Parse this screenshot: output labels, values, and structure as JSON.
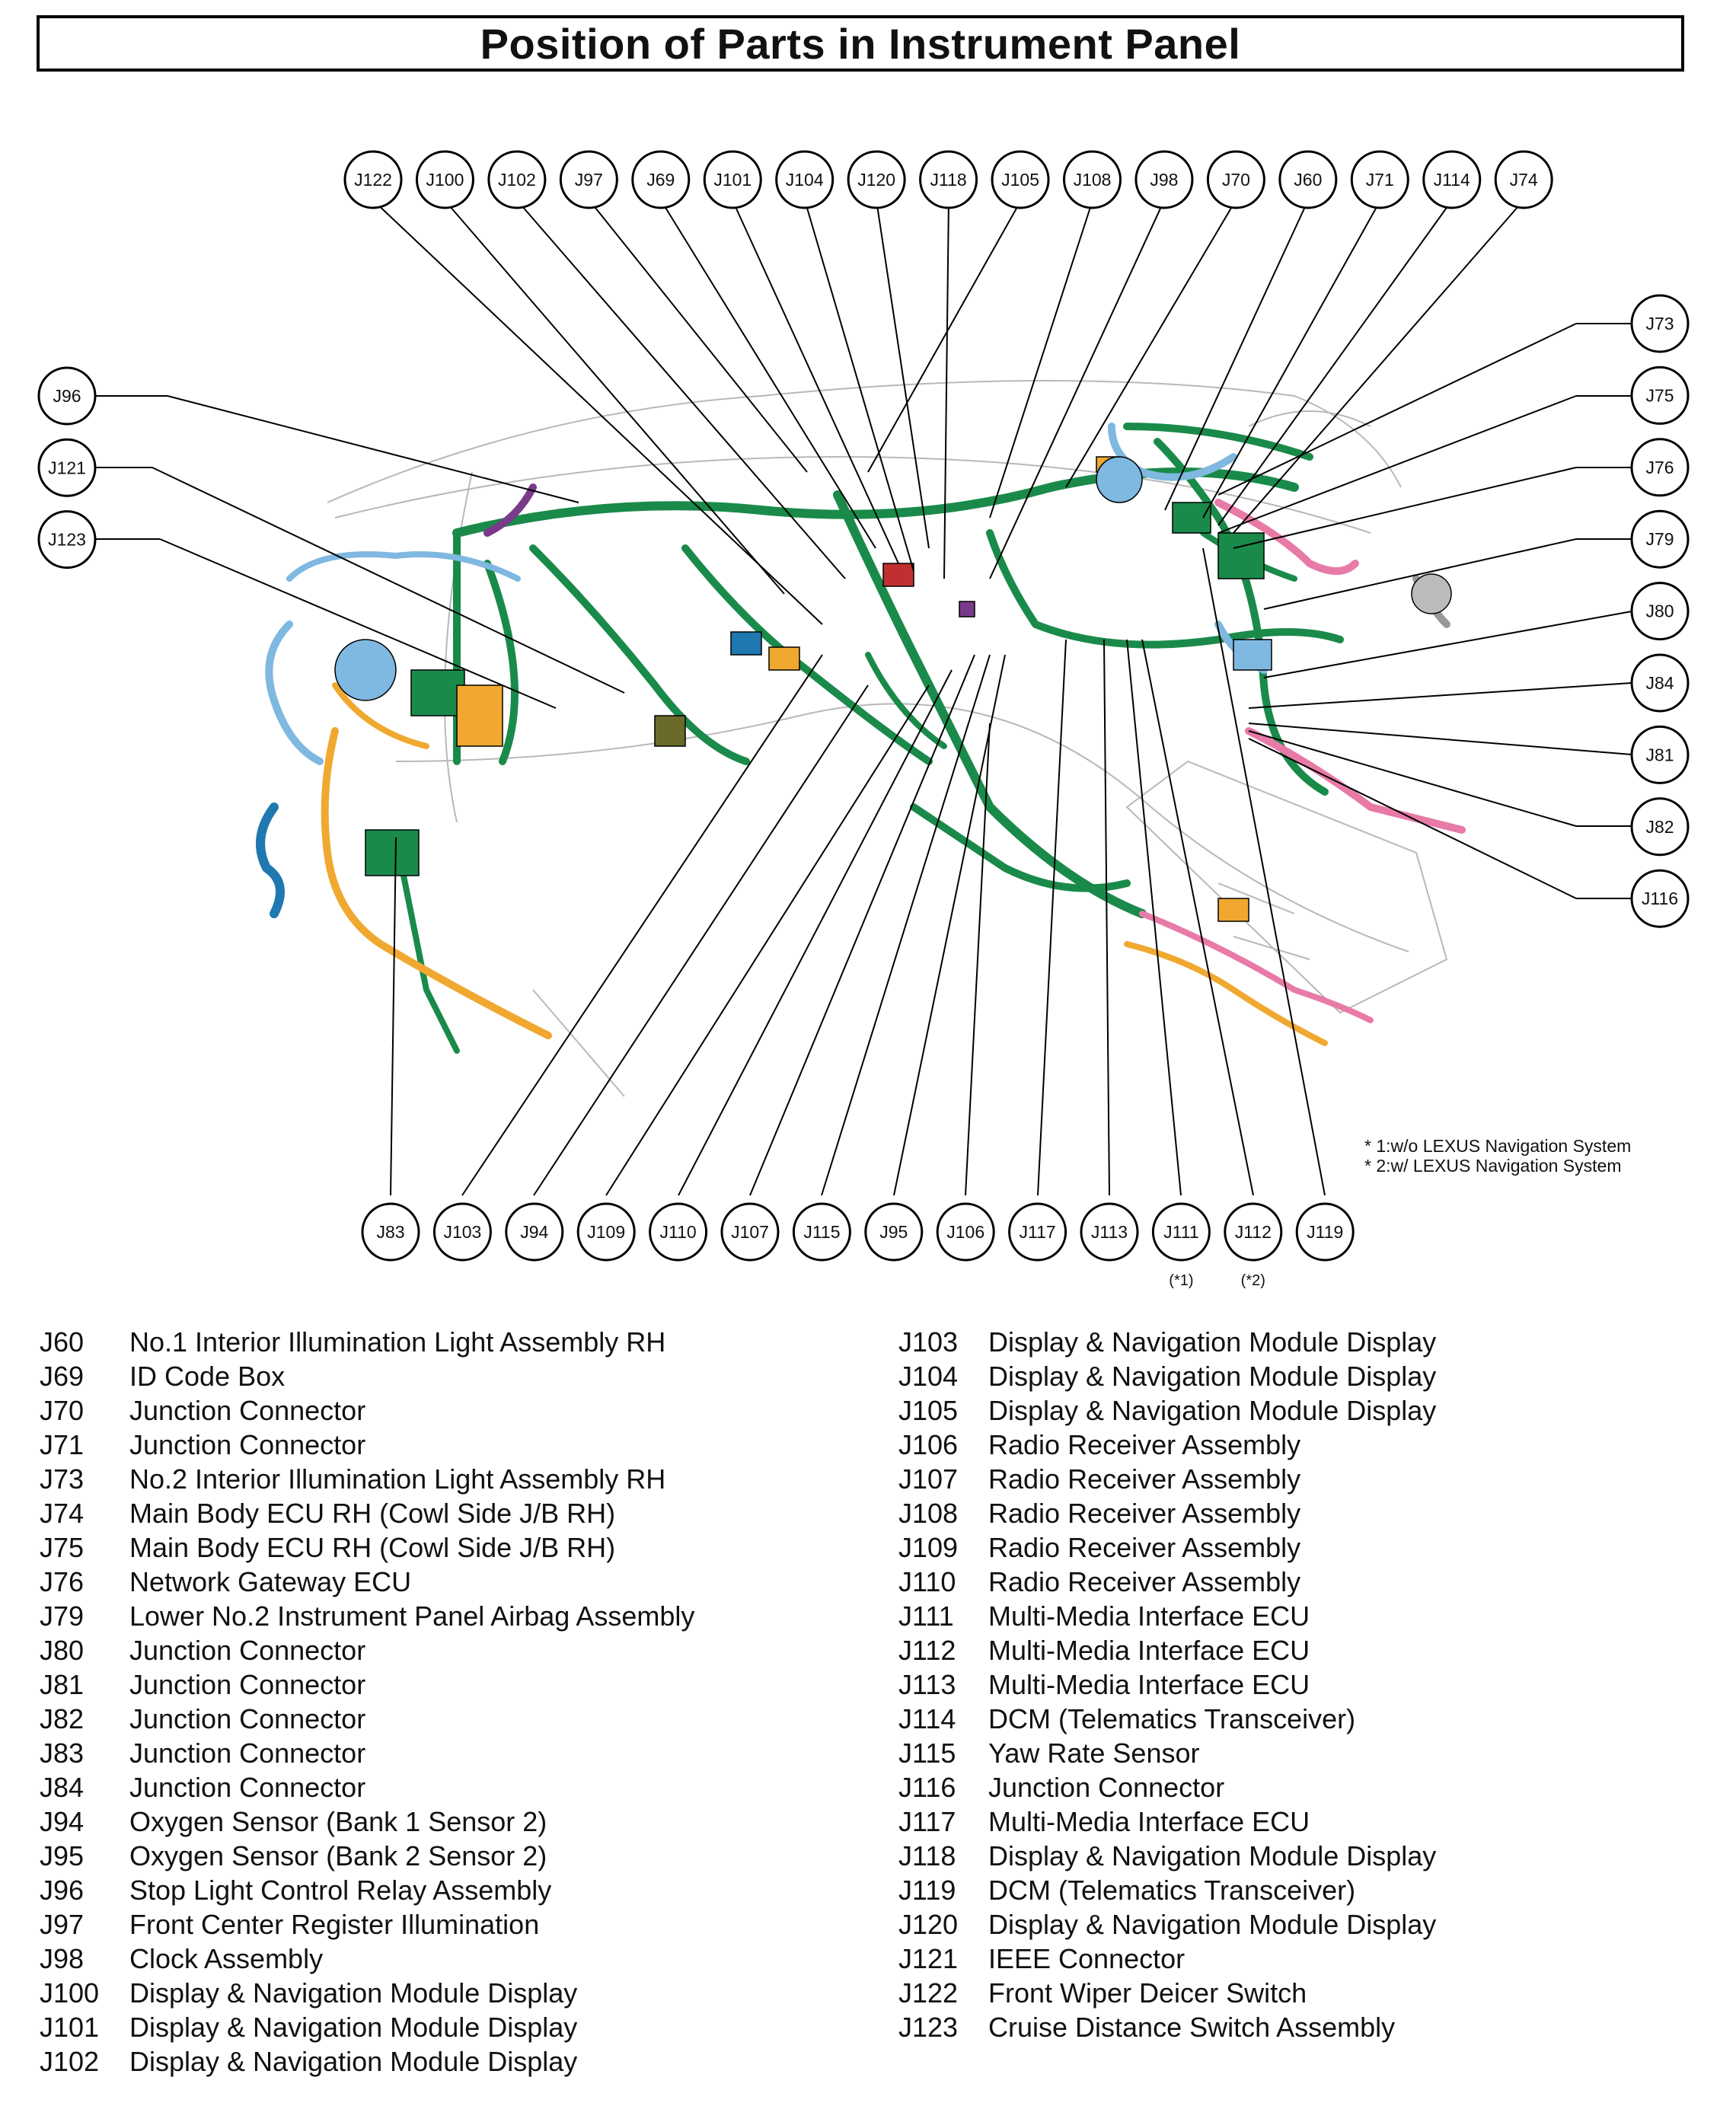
{
  "title": "Position of Parts in Instrument Panel",
  "callouts_top": [
    "J122",
    "J100",
    "J102",
    "J97",
    "J69",
    "J101",
    "J104",
    "J120",
    "J118",
    "J105",
    "J108",
    "J98",
    "J70",
    "J60",
    "J71",
    "J114",
    "J74"
  ],
  "callouts_left": [
    "J96",
    "J121",
    "J123"
  ],
  "callouts_right": [
    "J73",
    "J75",
    "J76",
    "J79",
    "J80",
    "J84",
    "J81",
    "J82",
    "J116"
  ],
  "callouts_bottom": [
    "J83",
    "J103",
    "J94",
    "J109",
    "J110",
    "J107",
    "J115",
    "J95",
    "J106",
    "J117",
    "J113",
    "J111",
    "J112",
    "J119"
  ],
  "bottom_sublabels": {
    "J111": "(*1)",
    "J112": "(*2)"
  },
  "notes": [
    "* 1:w/o LEXUS Navigation System",
    "* 2:w/ LEXUS Navigation System"
  ],
  "legend_left": [
    {
      "code": "J60",
      "name": "No.1 Interior Illumination Light Assembly RH"
    },
    {
      "code": "J69",
      "name": "ID Code Box"
    },
    {
      "code": "J70",
      "name": "Junction Connector"
    },
    {
      "code": "J71",
      "name": "Junction Connector"
    },
    {
      "code": "J73",
      "name": "No.2 Interior Illumination Light Assembly RH"
    },
    {
      "code": "J74",
      "name": "Main Body ECU RH (Cowl Side J/B RH)"
    },
    {
      "code": "J75",
      "name": "Main Body ECU RH (Cowl Side J/B RH)"
    },
    {
      "code": "J76",
      "name": "Network Gateway ECU"
    },
    {
      "code": "J79",
      "name": "Lower No.2 Instrument Panel Airbag Assembly"
    },
    {
      "code": "J80",
      "name": "Junction Connector"
    },
    {
      "code": "J81",
      "name": "Junction Connector"
    },
    {
      "code": "J82",
      "name": "Junction Connector"
    },
    {
      "code": "J83",
      "name": "Junction Connector"
    },
    {
      "code": "J84",
      "name": "Junction Connector"
    },
    {
      "code": "J94",
      "name": "Oxygen Sensor (Bank 1 Sensor 2)"
    },
    {
      "code": "J95",
      "name": "Oxygen Sensor (Bank 2 Sensor 2)"
    },
    {
      "code": "J96",
      "name": "Stop Light Control Relay Assembly"
    },
    {
      "code": "J97",
      "name": "Front Center Register Illumination"
    },
    {
      "code": "J98",
      "name": "Clock Assembly"
    },
    {
      "code": "J100",
      "name": "Display & Navigation Module Display"
    },
    {
      "code": "J101",
      "name": "Display & Navigation Module Display"
    },
    {
      "code": "J102",
      "name": "Display & Navigation Module Display"
    }
  ],
  "legend_right": [
    {
      "code": "J103",
      "name": "Display & Navigation Module Display"
    },
    {
      "code": "J104",
      "name": "Display & Navigation Module Display"
    },
    {
      "code": "J105",
      "name": "Display & Navigation Module Display"
    },
    {
      "code": "J106",
      "name": "Radio Receiver Assembly"
    },
    {
      "code": "J107",
      "name": "Radio Receiver Assembly"
    },
    {
      "code": "J108",
      "name": "Radio Receiver Assembly"
    },
    {
      "code": "J109",
      "name": "Radio Receiver Assembly"
    },
    {
      "code": "J110",
      "name": "Radio Receiver Assembly"
    },
    {
      "code": "J111",
      "name": "Multi-Media Interface ECU"
    },
    {
      "code": "J112",
      "name": "Multi-Media Interface ECU"
    },
    {
      "code": "J113",
      "name": "Multi-Media Interface ECU"
    },
    {
      "code": "J114",
      "name": "DCM (Telematics Transceiver)"
    },
    {
      "code": "J115",
      "name": "Yaw Rate Sensor"
    },
    {
      "code": "J116",
      "name": "Junction Connector"
    },
    {
      "code": "J117",
      "name": "Multi-Media Interface ECU"
    },
    {
      "code": "J118",
      "name": "Display & Navigation Module Display"
    },
    {
      "code": "J119",
      "name": "DCM (Telematics Transceiver)"
    },
    {
      "code": "J120",
      "name": "Display & Navigation Module Display"
    },
    {
      "code": "J121",
      "name": "IEEE Connector"
    },
    {
      "code": "J122",
      "name": "Front Wiper Deicer Switch"
    },
    {
      "code": "J123",
      "name": "Cruise Distance Switch Assembly"
    }
  ],
  "colors": {
    "harness_main": "#1a8a4a",
    "harness_blue": "#7fb8e0",
    "harness_orange": "#f0a830",
    "harness_pink": "#e87aa8",
    "harness_purple": "#7a3a8a",
    "outline": "#000000"
  }
}
